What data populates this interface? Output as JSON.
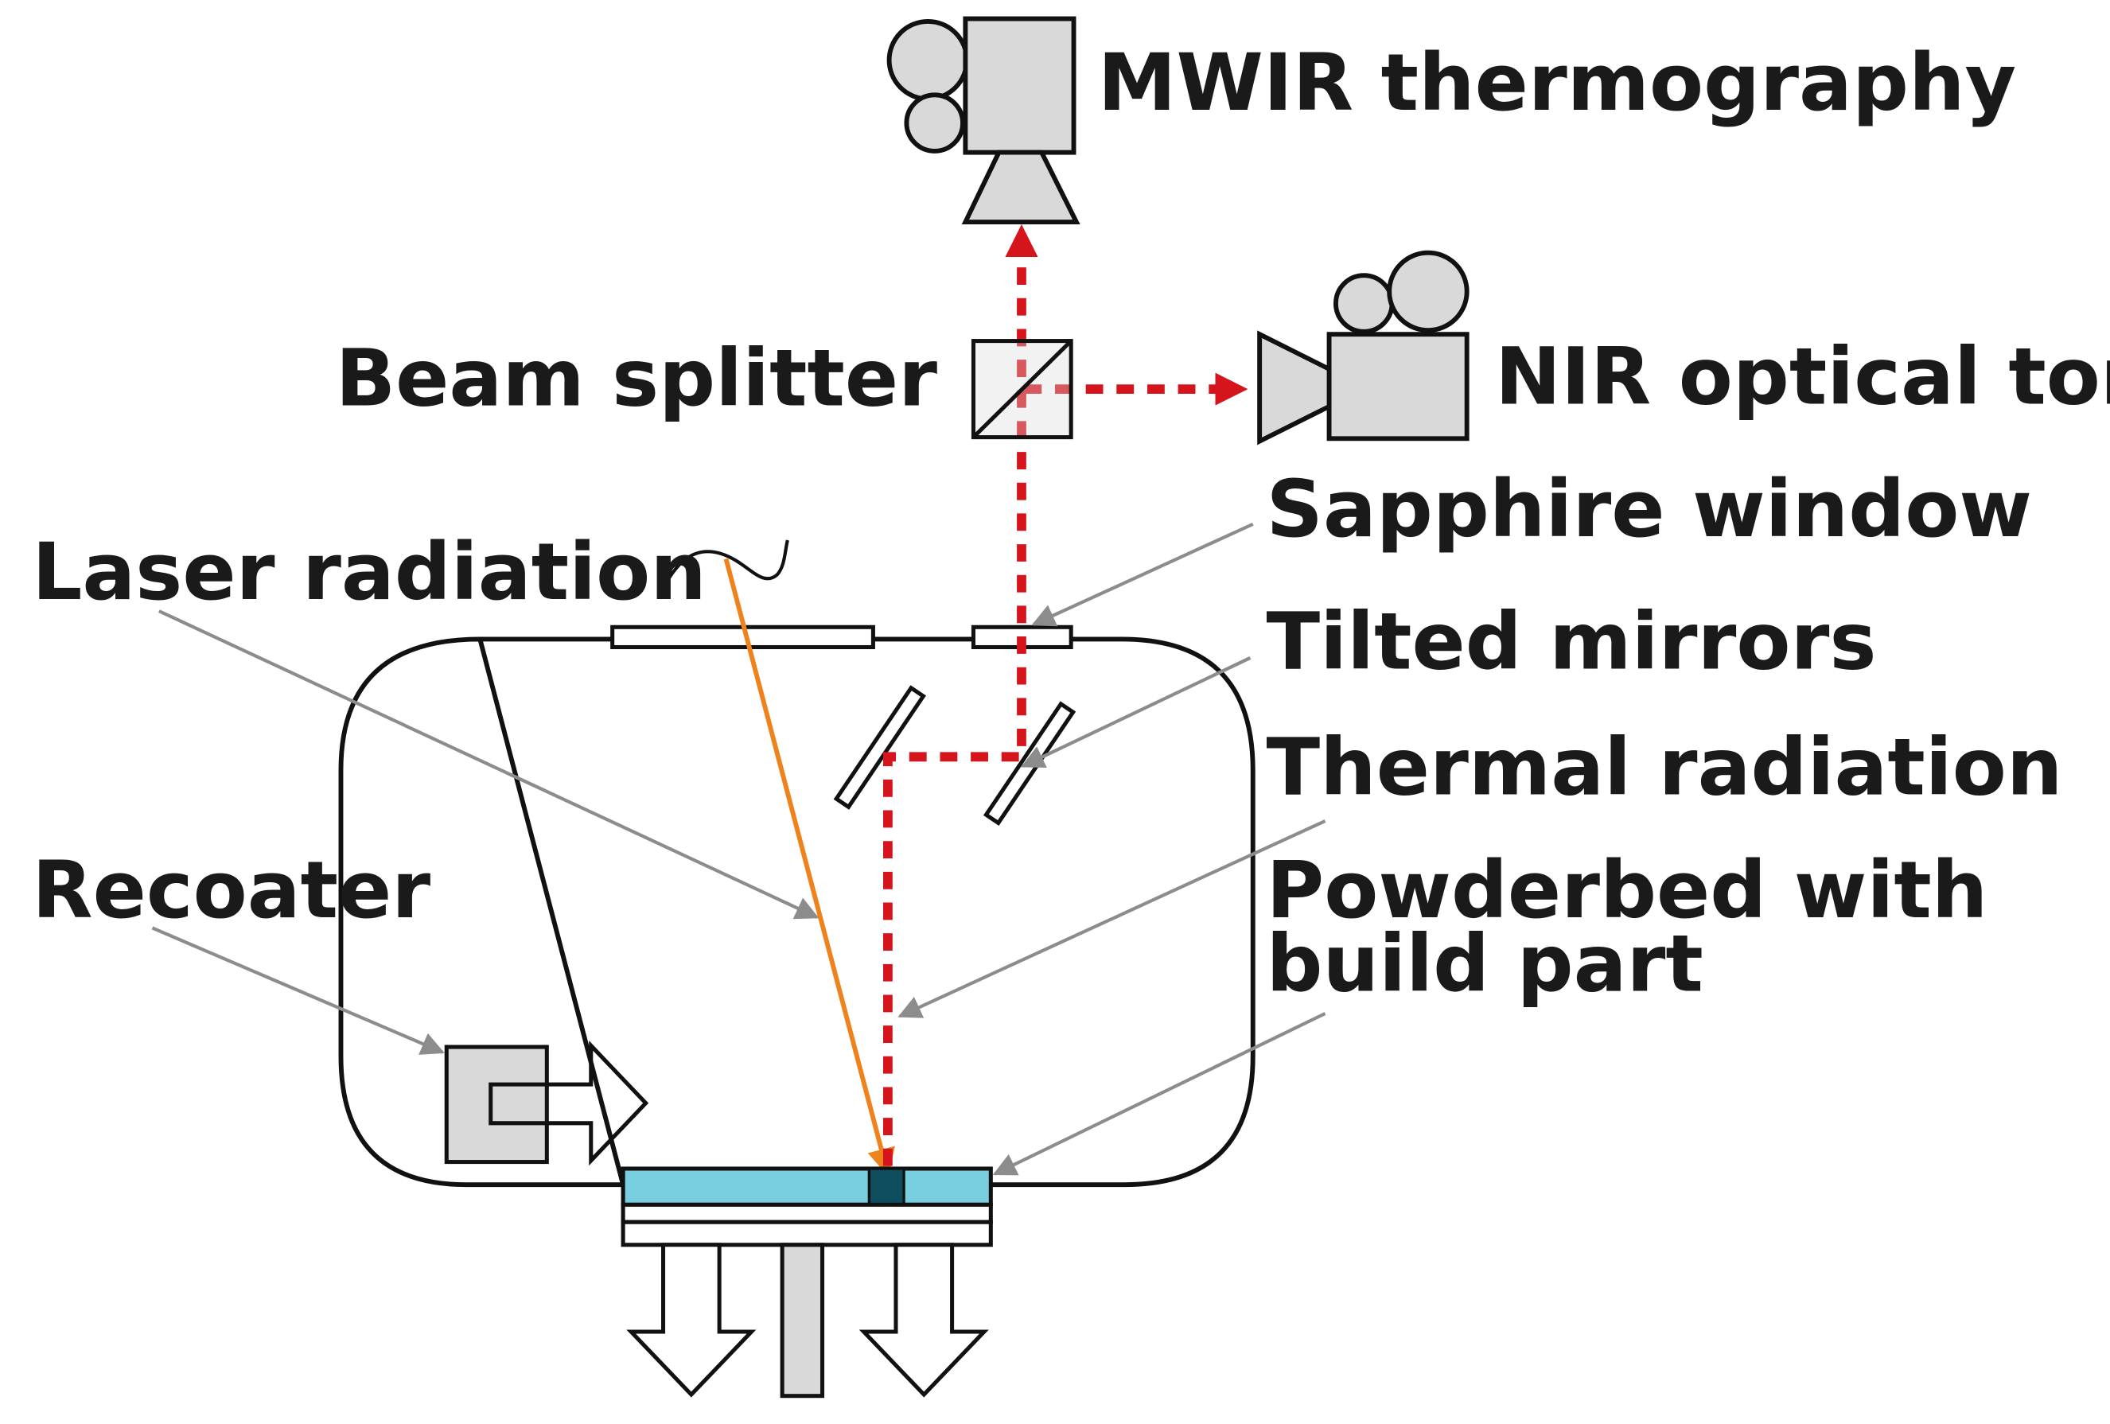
{
  "labels": {
    "mwir": "MWIR thermography",
    "nir": "NIR optical tomography",
    "beam_splitter": "Beam splitter",
    "sapphire_window": "Sapphire window",
    "laser_radiation": "Laser radiation",
    "tilted_mirrors": "Tilted mirrors",
    "thermal_radiation": "Thermal radiation",
    "recoater": "Recoater",
    "powderbed_line1": "Powderbed with",
    "powderbed_line2": "build part"
  },
  "colors": {
    "thermal_path": "#d6141c",
    "laser_beam": "#f0821e",
    "powder": "#79cfdf",
    "build_part": "#0e4d5e",
    "component_fill": "#d9d9d9",
    "leader": "#8c8c8c",
    "outline": "#111111"
  }
}
